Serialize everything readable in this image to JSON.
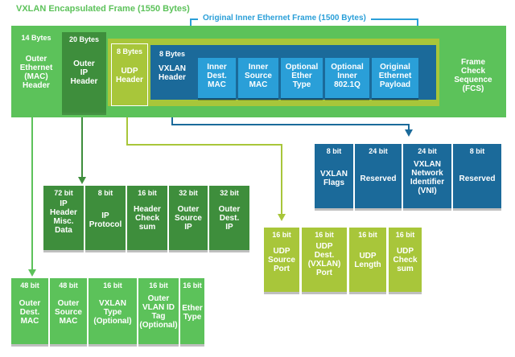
{
  "frame": {
    "outer_title": "VXLAN Encapsulated Frame (1550 Bytes)",
    "inner_title": "Original Inner Ethernet Frame (1500 Bytes)"
  },
  "outer_eth": {
    "size": "14 Bytes",
    "label": "Outer\nEthernet\n(MAC)\nHeader"
  },
  "outer_ip": {
    "size": "20 Bytes",
    "label": "Outer\nIP\nHeader"
  },
  "udp": {
    "size": "8 Bytes",
    "label": "UDP\nHeader"
  },
  "vxlan": {
    "size": "8 Bytes",
    "label": "VXLAN\nHeader"
  },
  "inner_fields": [
    {
      "label": "Inner\nDest.\nMAC"
    },
    {
      "label": "Inner\nSource\nMAC"
    },
    {
      "label": "Optional\nEther\nType"
    },
    {
      "label": "Optional\nInner\n802.1Q"
    },
    {
      "label": "Original\nEthernet\nPayload"
    }
  ],
  "fcs": {
    "label": "Frame\nCheck\nSequence\n(FCS)"
  },
  "vxlan_fields": [
    {
      "size": "8 bit",
      "label": "VXLAN\nFlags"
    },
    {
      "size": "24 bit",
      "label": "Reserved"
    },
    {
      "size": "24 bit",
      "label": "VXLAN\nNetwork\nIdentifier\n(VNI)"
    },
    {
      "size": "8 bit",
      "label": "Reserved"
    }
  ],
  "ip_fields": [
    {
      "size": "72 bit",
      "label": "IP\nHeader\nMisc.\nData"
    },
    {
      "size": "8 bit",
      "label": "IP\nProtocol"
    },
    {
      "size": "16 bit",
      "label": "Header\nCheck\nsum"
    },
    {
      "size": "32 bit",
      "label": "Outer\nSource\nIP"
    },
    {
      "size": "32 bit",
      "label": "Outer\nDest.\nIP"
    }
  ],
  "udp_fields": [
    {
      "size": "16 bit",
      "label": "UDP\nSource\nPort"
    },
    {
      "size": "16 bit",
      "label": "UDP\nDest.\n(VXLAN)\nPort"
    },
    {
      "size": "16 bit",
      "label": "UDP\nLength"
    },
    {
      "size": "16 bit",
      "label": "UDP\nCheck\nsum"
    }
  ],
  "eth_fields": [
    {
      "size": "48 bit",
      "label": "Outer\nDest.\nMAC"
    },
    {
      "size": "48 bit",
      "label": "Outer\nSource\nMAC"
    },
    {
      "size": "16 bit",
      "label": "VXLAN\nType\n(Optional)"
    },
    {
      "size": "16 bit",
      "label": "Outer\nVLAN ID\nTag\n(Optional)"
    },
    {
      "size": "16 bit",
      "label": "Ether\nType"
    }
  ],
  "colors": {
    "dark_green": "#3e8e3c",
    "light_green": "#5cc25a",
    "yellow_green": "#a8c63a",
    "dark_blue": "#1b6a9a",
    "light_blue": "#2a9fd8"
  }
}
